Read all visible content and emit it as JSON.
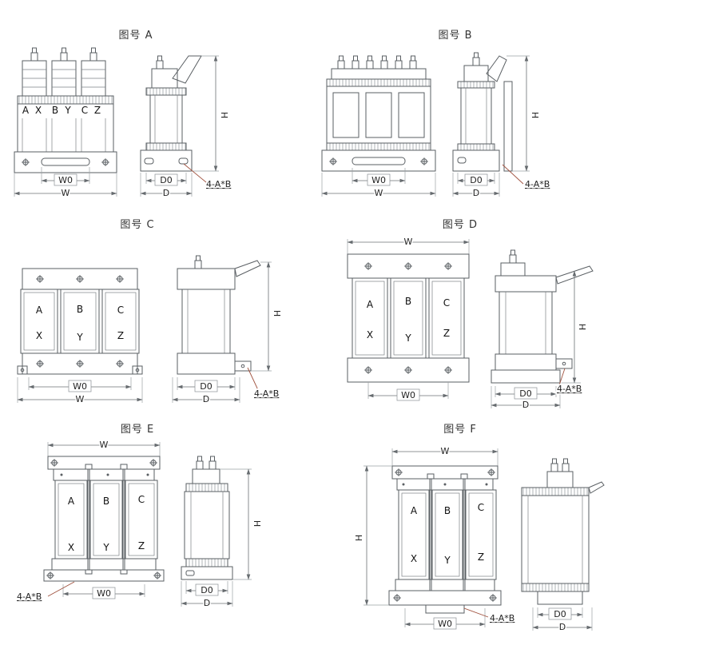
{
  "colors": {
    "line": "#5a5f63",
    "dimension": "#6b7074",
    "leader": "#a0523f",
    "text": "#222222",
    "background": "#ffffff"
  },
  "figures": {
    "a": {
      "title": "图号 A",
      "terminals": [
        "A",
        "X",
        "B",
        "Y",
        "C",
        "Z"
      ],
      "dims": {
        "w": "W",
        "w0": "W0",
        "d": "D",
        "d0": "D0",
        "h": "H",
        "holes": "4-A*B"
      }
    },
    "b": {
      "title": "图号 B",
      "dims": {
        "w": "W",
        "w0": "W0",
        "d": "D",
        "d0": "D0",
        "h": "H",
        "holes": "4-A*B"
      }
    },
    "c": {
      "title": "图号 C",
      "terminals": [
        "A",
        "X",
        "B",
        "Y",
        "C",
        "Z"
      ],
      "dims": {
        "w": "W",
        "w0": "W0",
        "d": "D",
        "d0": "D0",
        "h": "H",
        "holes": "4-A*B"
      }
    },
    "d": {
      "title": "图号 D",
      "terminals": [
        "A",
        "X",
        "B",
        "Y",
        "C",
        "Z"
      ],
      "dims": {
        "w": "W",
        "w0": "W0",
        "d": "D",
        "d0": "D0",
        "h": "H",
        "holes": "4-A*B"
      }
    },
    "e": {
      "title": "图号 E",
      "terminals": [
        "A",
        "X",
        "B",
        "Y",
        "C",
        "Z"
      ],
      "dims": {
        "w": "W",
        "w0": "W0",
        "d": "D",
        "d0": "D0",
        "h": "H",
        "holes": "4-A*B"
      }
    },
    "f": {
      "title": "图号 F",
      "terminals": [
        "A",
        "X",
        "B",
        "Y",
        "C",
        "Z"
      ],
      "dims": {
        "w": "W",
        "w0": "W0",
        "d": "D",
        "d0": "D0",
        "h": "H",
        "holes": "4-A*B"
      }
    }
  }
}
